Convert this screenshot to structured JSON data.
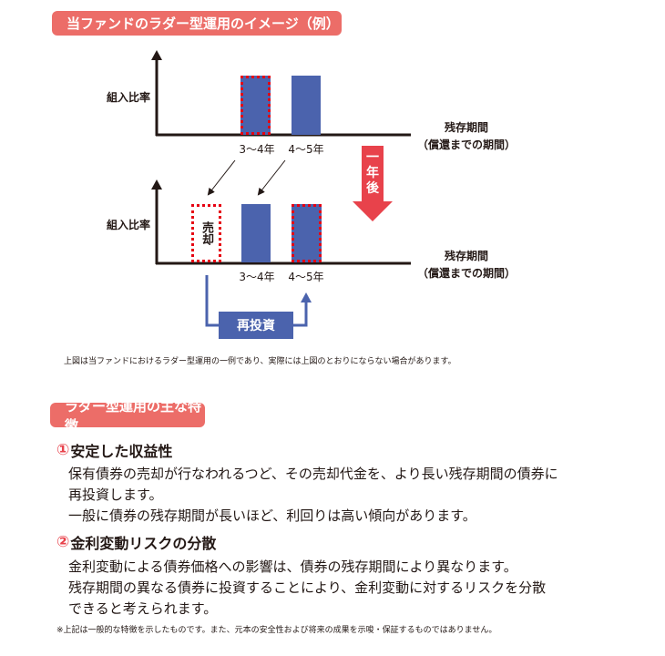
{
  "diagram": {
    "title": "当ファンドのラダー型運用のイメージ（例）",
    "y_label": "組入比率",
    "x_label": "残存期間",
    "x_label_sub": "（償還までの期間）",
    "bar_labels": [
      "3〜4年",
      "4〜5年"
    ],
    "one_year_later": "一年後",
    "sold": "売却",
    "reinvest": "再投資",
    "note": "上図は当ファンドにおけるラダー型運用の一例であり、実際には上図のとおりにならない場合があります。"
  },
  "features": {
    "title": "ラダー型運用の主な特徴",
    "items": [
      {
        "num": "①",
        "heading": "安定した収益性",
        "lines": [
          "保有債券の売却が行なわれるつど、その売却代金を、より長い残存期間の債券に",
          "再投資します。",
          "一般に債券の残存期間が長いほど、利回りは高い傾向があります。"
        ]
      },
      {
        "num": "②",
        "heading": "金利変動リスクの分散",
        "lines": [
          "金利変動による債券価格への影響は、債券の残存期間により異なります。",
          "残存期間の異なる債券に投資することにより、金利変動に対するリスクを分散",
          "できると考えられます。"
        ]
      }
    ],
    "footnote": "※上記は一般的な特徴を示したものです。また、元本の安全性および将来の成果を示唆・保証するものではありません。"
  },
  "colors": {
    "accent": "#ec6d68",
    "bar": "#4b63ad",
    "arrow": "#e8424b"
  }
}
